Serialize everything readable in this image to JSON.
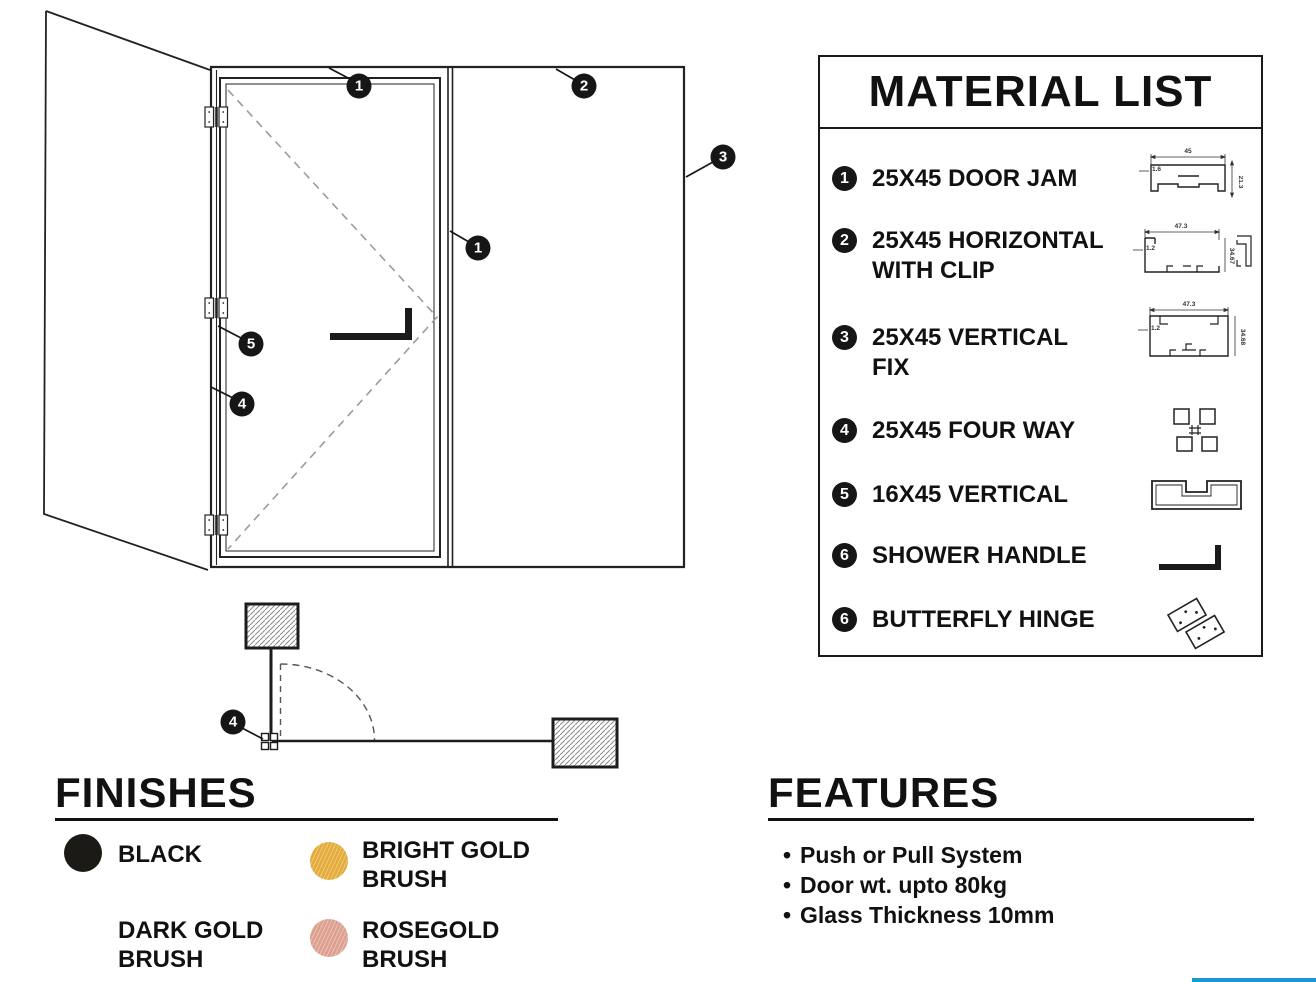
{
  "accent_bar_color": "#199ad5",
  "material_list": {
    "title": "MATERIAL LIST",
    "items": [
      {
        "num": "1",
        "label": "25X45 DOOR JAM"
      },
      {
        "num": "2",
        "label": "25X45 HORIZONTAL\nWITH CLIP"
      },
      {
        "num": "3",
        "label": "25X45 VERTICAL\nFIX"
      },
      {
        "num": "4",
        "label": "25X45 FOUR WAY"
      },
      {
        "num": "5",
        "label": "16X45 VERTICAL"
      },
      {
        "num": "6",
        "label": "SHOWER HANDLE"
      },
      {
        "num": "6",
        "label": "BUTTERFLY HINGE"
      }
    ],
    "profile_dims": {
      "door_jam": {
        "width": "45",
        "thickness": "1.6",
        "height": "21.3"
      },
      "horizontal_clip": {
        "width": "47.3",
        "thickness": "1.2",
        "height": "34.67"
      },
      "vertical_fix": {
        "width": "47.3",
        "thickness": "1.2",
        "height": "34.68"
      }
    }
  },
  "diagram": {
    "elevation_callouts": {
      "top_door_jam": "1",
      "horizontal_with_clip": "2",
      "vertical_fix": "3",
      "middle_door_jam": "1",
      "vertical_16x45": "5",
      "four_way": "4"
    },
    "plan_callouts": {
      "four_way": "4"
    }
  },
  "finishes": {
    "title": "FINISHES",
    "swatches": [
      {
        "label": "BLACK",
        "color": "#1c1a17",
        "streak": "#1c1a17"
      },
      {
        "label": "BRIGHT GOLD\nBRUSH",
        "color": "#e3aa3e",
        "streak": "#f0ca74"
      },
      {
        "label": "DARK GOLD\nBRUSH",
        "color": "#8a6d41",
        "streak": "#a4875а"
      },
      {
        "label": "ROSEGOLD\nBRUSH",
        "color": "#dca091",
        "streak": "#ecc0b2"
      }
    ]
  },
  "features": {
    "title": "FEATURES",
    "bullets": [
      "Push or Pull System",
      "Door wt. upto 80kg",
      "Glass Thickness 10mm"
    ]
  }
}
